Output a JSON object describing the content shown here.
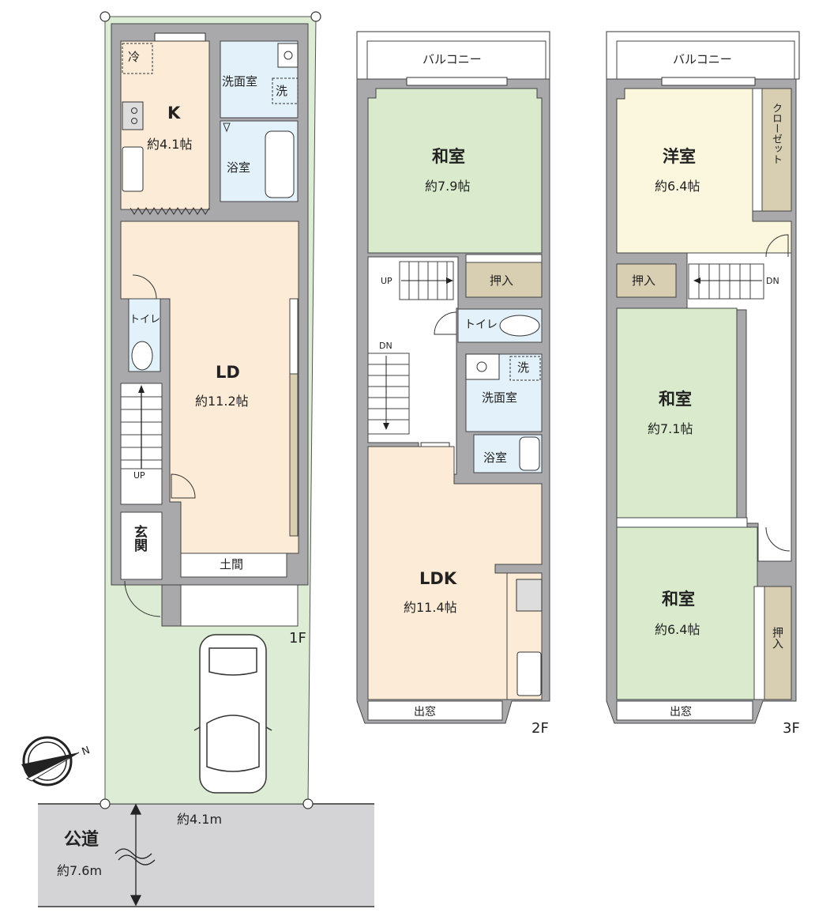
{
  "colors": {
    "wall": "#a9a9ab",
    "wall_stroke": "#444",
    "lot_green": "#ddecd4",
    "washitsu_green": "#d9ebcc",
    "kitchen_beige": "#fcebd6",
    "youshitsu_cream": "#fbf6de",
    "wet_blue": "#e3f1fa",
    "storage_tan": "#d8ceb2",
    "road_gray": "#d4d4d6"
  },
  "floor1": {
    "label": "1F",
    "rooms": {
      "kitchen": {
        "name": "K",
        "size": "約4.1帖"
      },
      "fridge": "冷",
      "washroom": "洗面室",
      "washer": "洗",
      "bath": "浴室",
      "living_dining": {
        "name": "LD",
        "size": "約11.2帖"
      },
      "toilet": "トイレ",
      "stairs_up": "UP",
      "entrance": "玄関",
      "doma": "土間"
    }
  },
  "floor2": {
    "label": "2F",
    "balcony": "バルコニー",
    "rooms": {
      "washitsu": {
        "name": "和室",
        "size": "約7.9帖"
      },
      "oshiire": "押入",
      "stairs_up": "UP",
      "stairs_down": "DN",
      "toilet": "トイレ",
      "washroom": "洗面室",
      "washer": "洗",
      "bath": "浴室",
      "ldk": {
        "name": "LDK",
        "size": "約11.4帖"
      },
      "bay_window": "出窓"
    }
  },
  "floor3": {
    "label": "3F",
    "balcony": "バルコニー",
    "rooms": {
      "youshitsu": {
        "name": "洋室",
        "size": "約6.4帖"
      },
      "closet": "クローゼット",
      "oshiire_top": "押入",
      "stairs_down": "DN",
      "washitsu_a": {
        "name": "和室",
        "size": "約7.1帖"
      },
      "washitsu_b": {
        "name": "和室",
        "size": "約6.4帖"
      },
      "oshiire_side": "押入",
      "bay_window": "出窓"
    }
  },
  "site": {
    "frontage": "約4.1m",
    "road_label": "公道",
    "road_width": "約7.6m",
    "compass_label": "N"
  }
}
